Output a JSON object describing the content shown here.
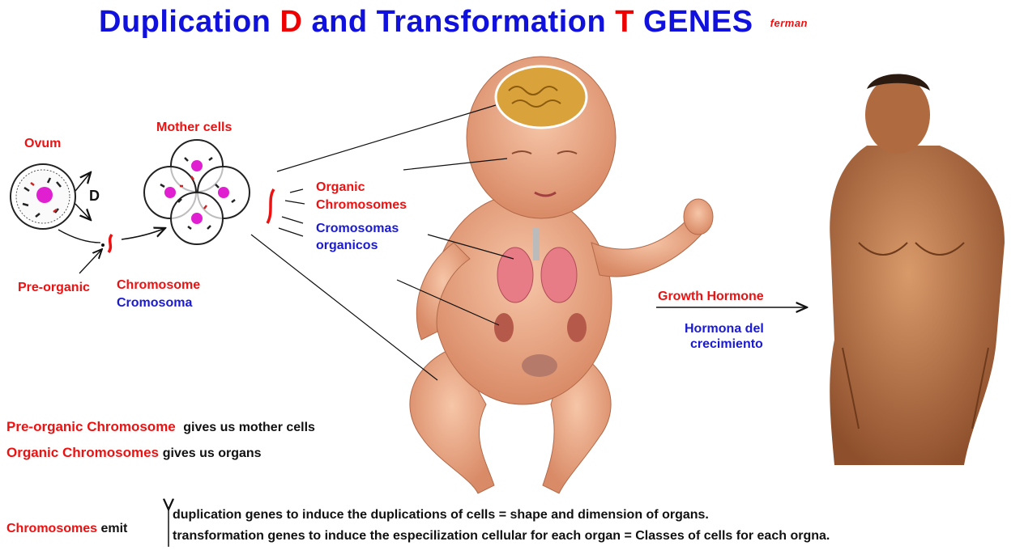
{
  "title": {
    "part1": "Duplication",
    "d_letter": "D",
    "part2": "and Transformation",
    "t_letter": "T",
    "part3": "GENES",
    "signature": "ferman"
  },
  "labels": {
    "ovum": "Ovum",
    "mother_cells": "Mother cells",
    "d_arrow": "D",
    "pre_organic": "Pre-organic",
    "chromosome": "Chromosome",
    "cromosoma": "Cromosoma",
    "organic": "Organic",
    "chromosomes": "Chromosomes",
    "cromosomas": "Cromosomas",
    "organicos": "organicos",
    "growth_hormone": "Growth  Hormone",
    "hormona_line1": "Hormona del",
    "hormona_line2": "crecimiento"
  },
  "legend": {
    "line1_red": "Pre-organic Chromosome",
    "line1_black": "gives us mother cells",
    "line2_red": "Organic Chromosomes",
    "line2_black": "gives us organs"
  },
  "footer": {
    "chromosomes": "Chromosomes",
    "emit": "emit",
    "line1": "duplication genes to induce the duplications of cells  = shape and dimension of organs.",
    "line2": "transformation genes to induce the especilization cellular for each organ  = Classes of cells for each orgna."
  },
  "colors": {
    "title_blue": "#1111dd",
    "label_red": "#ee1111",
    "label_blue": "#1a1ad6",
    "cell_magenta": "#e020d0",
    "skin": "#e8a07e"
  }
}
